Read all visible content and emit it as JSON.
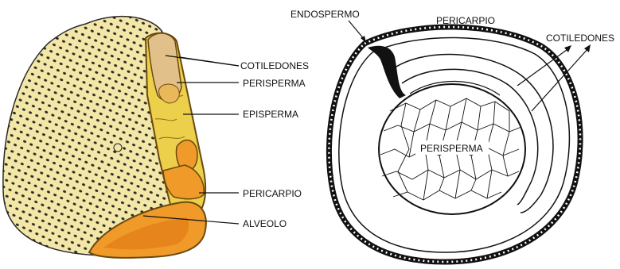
{
  "left_figure": {
    "labels": {
      "cotiledones": "COTILEDONES",
      "perisperma": "PERISPERMA",
      "episperma": "EPISPERMA",
      "pericarpio": "PERICARPIO",
      "alveolo": "ALVEOLO"
    },
    "colors": {
      "pericarp": "#f3e7a8",
      "dots": "#1a1a1a",
      "seed_yellow": "#eccf4a",
      "seed_outline": "#6a4a10",
      "orange": "#f09a2a",
      "orange_dark": "#e07812",
      "cotyledon": "#e2c089"
    }
  },
  "right_figure": {
    "labels": {
      "endospermo": "ENDOSPERMO",
      "pericarpio": "PERICARPIO",
      "cotiledones": "COTILEDONES",
      "perisperma": "PERISPERMA"
    },
    "colors": {
      "outline": "#111111",
      "fill": "#ffffff"
    }
  }
}
